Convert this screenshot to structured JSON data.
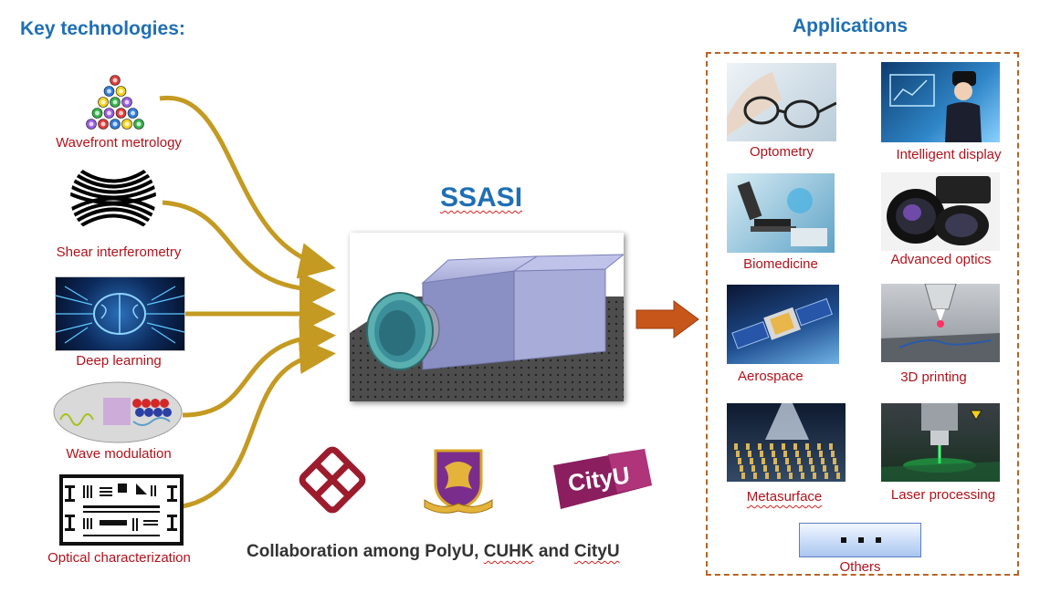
{
  "headings": {
    "key_technologies": "Key technologies:",
    "applications": "Applications",
    "product": "SSASI"
  },
  "technologies": [
    {
      "label": "Wavefront metrology",
      "icon": "wavefront-pyramid-icon"
    },
    {
      "label": "Shear interferometry",
      "icon": "interference-fringes-icon"
    },
    {
      "label": "Deep learning",
      "icon": "neural-brain-icon"
    },
    {
      "label": "Wave modulation",
      "icon": "wave-modulation-icon"
    },
    {
      "label": "Optical characterization",
      "icon": "resolution-chart-icon"
    }
  ],
  "applications": [
    {
      "label": "Optometry",
      "icon": "eyeglasses-photo"
    },
    {
      "label": "Intelligent display",
      "icon": "vr-headset-photo"
    },
    {
      "label": "Biomedicine",
      "icon": "microscope-photo"
    },
    {
      "label": "Advanced optics",
      "icon": "camera-lens-photo"
    },
    {
      "label": "Aerospace",
      "icon": "satellite-photo"
    },
    {
      "label": "3D printing",
      "icon": "laser-printer-photo"
    },
    {
      "label": "Metasurface",
      "icon": "metasurface-photo"
    },
    {
      "label": "Laser processing",
      "icon": "laser-processing-photo"
    }
  ],
  "others": {
    "label": "Others",
    "glyph": "■  ■  ■"
  },
  "collaboration": {
    "prefix": "Collaboration among PolyU, ",
    "cuhk": "CUHK",
    "and": " and ",
    "cityu": "CityU"
  },
  "logos": {
    "polyu": "polyu-logo",
    "cuhk": "cuhk-crest-logo",
    "cityu": {
      "text": "CityU",
      "icon": "cityu-logo"
    }
  },
  "colors": {
    "heading_blue": "#1f6fb5",
    "label_red": "#b3121b",
    "arrow_gold": "#c49a22",
    "arrow_orange": "#c7561b",
    "box_border": "#b86426"
  }
}
